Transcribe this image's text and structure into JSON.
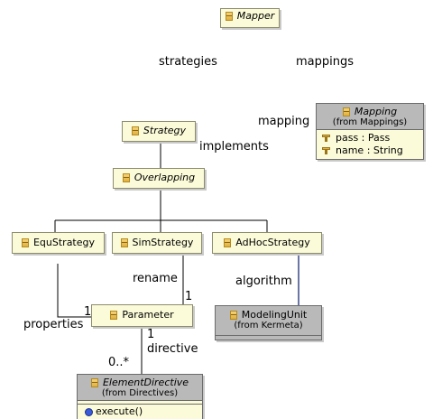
{
  "classes": {
    "mapper": {
      "name": "Mapper"
    },
    "mapping": {
      "name": "Mapping",
      "from": "(from Mappings)",
      "attributes": [
        "pass : Pass",
        "name : String"
      ]
    },
    "strategy": {
      "name": "Strategy"
    },
    "overlapping": {
      "name": "Overlapping"
    },
    "equ_strategy": {
      "name": "EquStrategy"
    },
    "sim_strategy": {
      "name": "SimStrategy"
    },
    "adhoc_strategy": {
      "name": "AdHocStrategy"
    },
    "parameter": {
      "name": "Parameter"
    },
    "modeling_unit": {
      "name": "ModelingUnit",
      "from": "(from Kermeta)"
    },
    "element_directive": {
      "name": "ElementDirective",
      "from": "(from Directives)",
      "operations": [
        "execute()"
      ]
    }
  },
  "labels": {
    "strategies": "strategies",
    "mappings": "mappings",
    "mapping": "mapping",
    "implements": "implements",
    "rename": "rename",
    "rename_mult": "1",
    "algorithm": "algorithm",
    "properties": "properties",
    "properties_mult": "1",
    "directive": "directive",
    "directive_mult_top": "1",
    "directive_mult_bottom": "0..*"
  }
}
